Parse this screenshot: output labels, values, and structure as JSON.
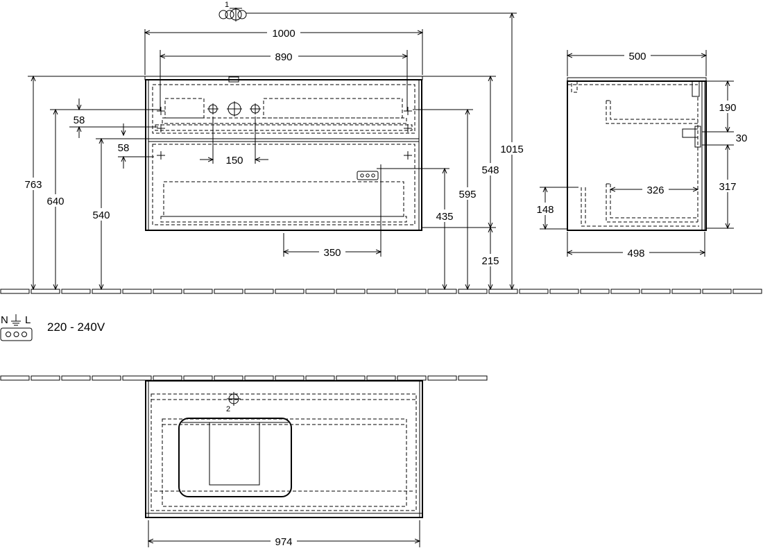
{
  "front_view": {
    "widths": {
      "overall": "1000",
      "drawer_inner": "890",
      "tap_spacing": "150",
      "socket_offset": "350"
    },
    "heights": {
      "total": "1015",
      "cabinet_top": "763",
      "tap_height": "640",
      "lower_drawer_top": "540",
      "cabinet_height": "548",
      "outlet_height": "595",
      "socket_height": "435",
      "floor_clearance": "215"
    },
    "gaps": {
      "upper": "58",
      "lower": "58"
    },
    "callout_1": "1"
  },
  "side_view": {
    "depths": {
      "overall": "500",
      "bottom": "498",
      "drawer": "326"
    },
    "heights": {
      "upper": "190",
      "pipe": "30",
      "lower": "317",
      "bottom_drawer": "148"
    }
  },
  "electrical": {
    "symbol_n": "N",
    "symbol_l": "L",
    "voltage": "220 - 240V"
  },
  "top_view": {
    "width": "974",
    "callout_2": "2"
  }
}
